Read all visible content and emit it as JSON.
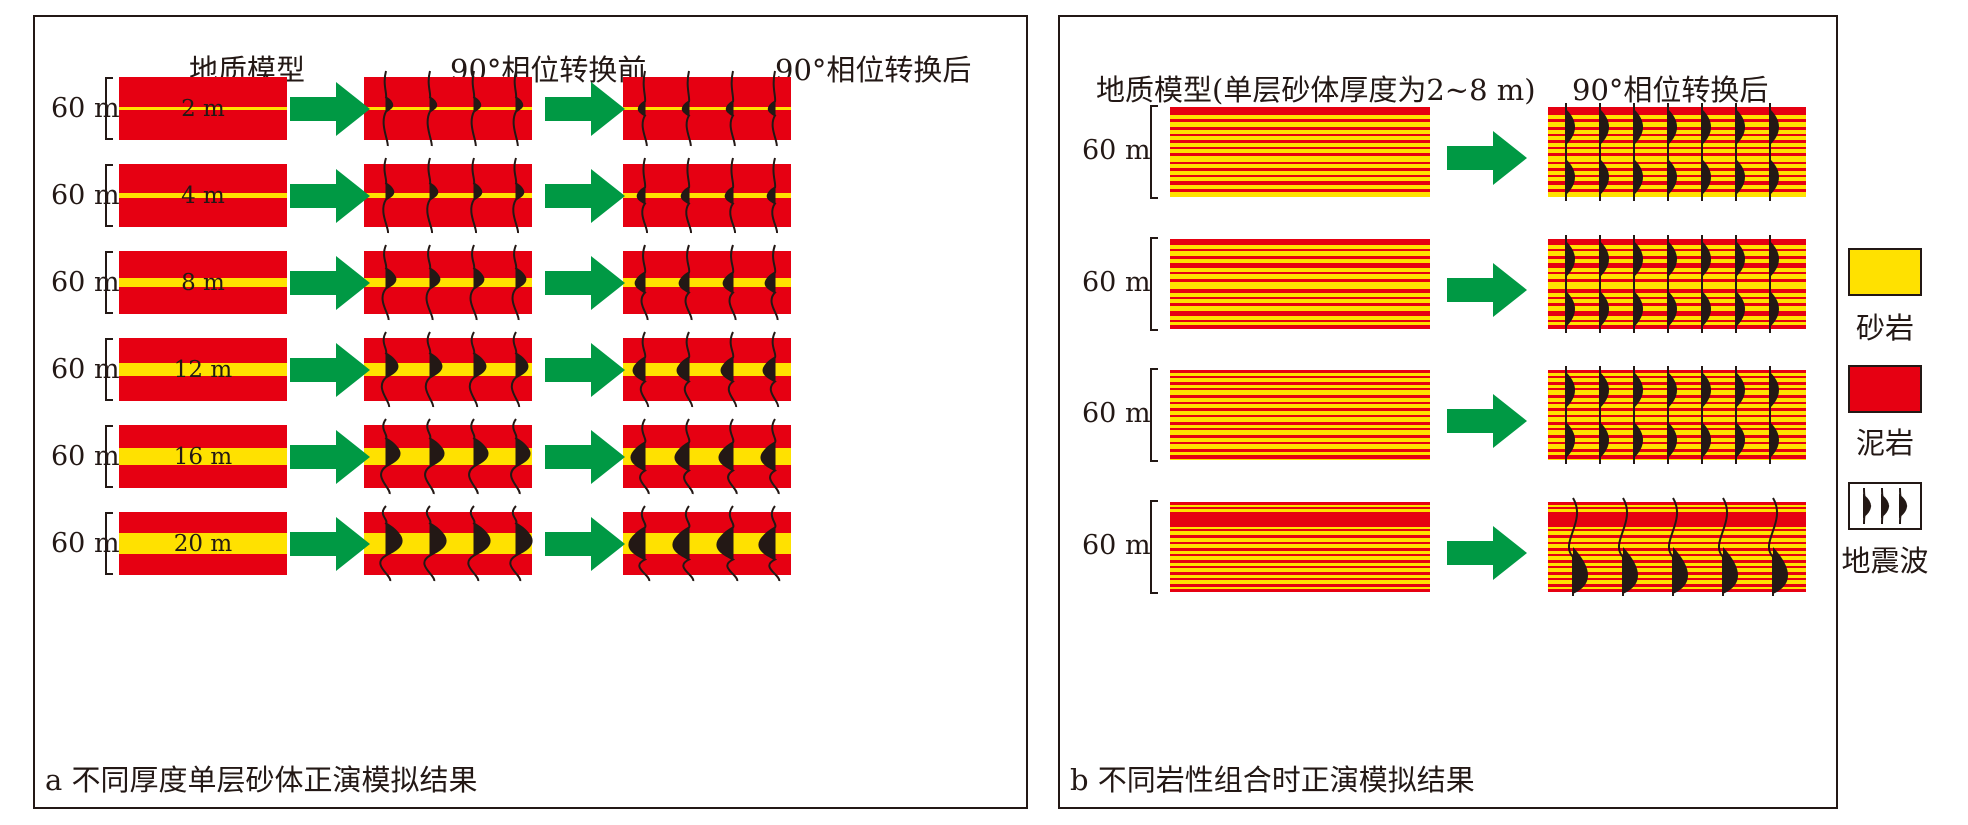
{
  "panel_a": {
    "headers": [
      "地质模型",
      "90°相位转换前",
      "90°相位转换后"
    ],
    "caption": "a 不同厚度单层砂体正演模拟结果",
    "rows": [
      {
        "height_label": "60 m",
        "thickness": 2,
        "thickness_label": "2 m"
      },
      {
        "height_label": "60 m",
        "thickness": 4,
        "thickness_label": "4 m"
      },
      {
        "height_label": "60 m",
        "thickness": 8,
        "thickness_label": "8 m"
      },
      {
        "height_label": "60 m",
        "thickness": 12,
        "thickness_label": "12 m"
      },
      {
        "height_label": "60 m",
        "thickness": 16,
        "thickness_label": "16 m"
      },
      {
        "height_label": "60 m",
        "thickness": 20,
        "thickness_label": "20 m"
      }
    ]
  },
  "panel_b": {
    "headers": [
      "地质模型(单层砂体厚度为2~8 m)",
      "90°相位转换后"
    ],
    "caption": "b 不同岩性组合时正演模拟结果",
    "rows": [
      {
        "height_label": "60 m"
      },
      {
        "height_label": "60 m"
      },
      {
        "height_label": "60 m"
      },
      {
        "height_label": "60 m"
      }
    ]
  },
  "legend": {
    "items": [
      {
        "label": "砂岩",
        "color": "#ffe100"
      },
      {
        "label": "泥岩",
        "color": "#e60012"
      },
      {
        "label": "地震波",
        "icon": "seismic-wave-icon"
      }
    ]
  },
  "colors": {
    "sandstone": "#ffe100",
    "mudstone": "#e60012",
    "arrow": "#009944",
    "ink": "#231815"
  }
}
